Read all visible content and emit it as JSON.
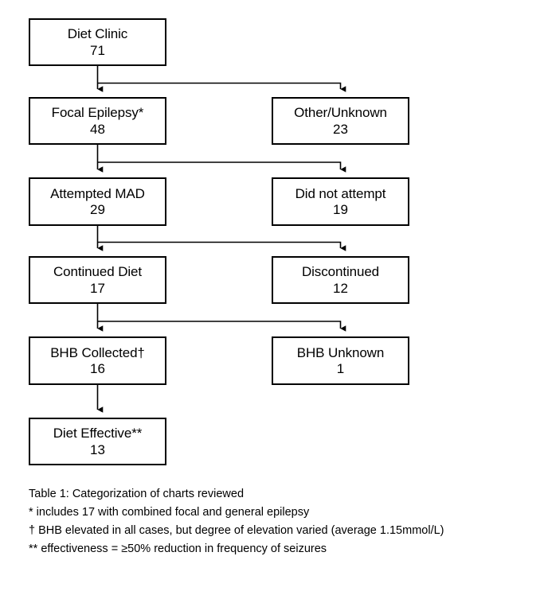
{
  "diagram": {
    "type": "flowchart",
    "title": "Categorization of charts reviewed",
    "nodes": [
      {
        "id": "diet-clinic",
        "label": "Diet Clinic",
        "count": "71",
        "column": "left",
        "row": 1
      },
      {
        "id": "focal-epilepsy",
        "label": "Focal Epilepsy*",
        "count": "48",
        "column": "left",
        "row": 2
      },
      {
        "id": "other-unknown",
        "label": "Other/Unknown",
        "count": "23",
        "column": "right",
        "row": 2
      },
      {
        "id": "attempted-mad",
        "label": "Attempted MAD",
        "count": "29",
        "column": "left",
        "row": 3
      },
      {
        "id": "did-not-attempt",
        "label": "Did not attempt",
        "count": "19",
        "column": "right",
        "row": 3
      },
      {
        "id": "continued-diet",
        "label": "Continued Diet",
        "count": "17",
        "column": "left",
        "row": 4
      },
      {
        "id": "discontinued",
        "label": "Discontinued",
        "count": "12",
        "column": "right",
        "row": 4
      },
      {
        "id": "bhb-collected",
        "label": "BHB Collected†",
        "count": "16",
        "column": "left",
        "row": 5
      },
      {
        "id": "bhb-unknown",
        "label": "BHB Unknown",
        "count": "1",
        "column": "right",
        "row": 5
      },
      {
        "id": "diet-effective",
        "label": "Diet Effective**",
        "count": "13",
        "column": "left",
        "row": 6
      }
    ],
    "edges": [
      {
        "from": "diet-clinic",
        "to": "focal-epilepsy",
        "style": "split-left"
      },
      {
        "from": "diet-clinic",
        "to": "other-unknown",
        "style": "split-right"
      },
      {
        "from": "focal-epilepsy",
        "to": "attempted-mad",
        "style": "split-left"
      },
      {
        "from": "focal-epilepsy",
        "to": "did-not-attempt",
        "style": "split-right"
      },
      {
        "from": "attempted-mad",
        "to": "continued-diet",
        "style": "split-left"
      },
      {
        "from": "attempted-mad",
        "to": "discontinued",
        "style": "split-right"
      },
      {
        "from": "continued-diet",
        "to": "bhb-collected",
        "style": "split-left"
      },
      {
        "from": "continued-diet",
        "to": "bhb-unknown",
        "style": "split-right"
      },
      {
        "from": "bhb-collected",
        "to": "diet-effective",
        "style": "straight"
      }
    ],
    "colors": {
      "stroke": "#000000",
      "box_fill": "#ffffff",
      "text": "#000000",
      "background": "#ffffff"
    }
  },
  "caption": {
    "lines": [
      "Table 1: Categorization of charts reviewed",
      "* includes 17 with combined focal and general epilepsy",
      "† BHB elevated in all cases, but degree of elevation varied (average 1.15mmol/L)",
      "** effectiveness = ≥50% reduction in frequency of seizures"
    ]
  }
}
